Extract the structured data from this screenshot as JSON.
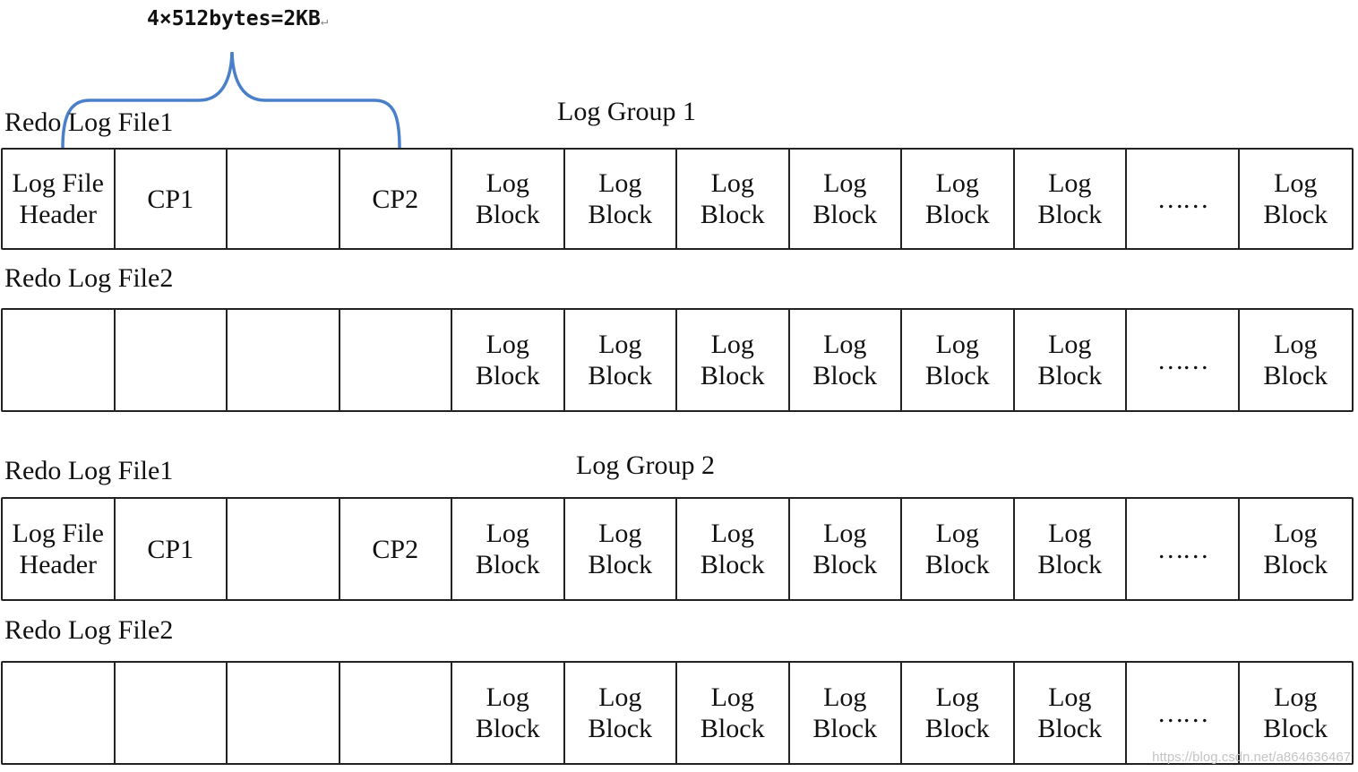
{
  "annotation": {
    "size_label": "4×512bytes=2KB",
    "mark": "↵",
    "brace_color": "#4a7fc9"
  },
  "groups": [
    {
      "title": "Log Group 1",
      "files": [
        {
          "label": "Redo Log File1",
          "cells": [
            [
              "Log File",
              "Header"
            ],
            [
              "CP1"
            ],
            [
              ""
            ],
            [
              "CP2"
            ],
            [
              "Log",
              "Block"
            ],
            [
              "Log",
              "Block"
            ],
            [
              "Log",
              "Block"
            ],
            [
              "Log",
              "Block"
            ],
            [
              "Log",
              "Block"
            ],
            [
              "Log",
              "Block"
            ],
            [
              "……"
            ],
            [
              "Log",
              "Block"
            ]
          ]
        },
        {
          "label": "Redo Log File2",
          "cells": [
            [
              ""
            ],
            [
              ""
            ],
            [
              ""
            ],
            [
              ""
            ],
            [
              "Log",
              "Block"
            ],
            [
              "Log",
              "Block"
            ],
            [
              "Log",
              "Block"
            ],
            [
              "Log",
              "Block"
            ],
            [
              "Log",
              "Block"
            ],
            [
              "Log",
              "Block"
            ],
            [
              "……"
            ],
            [
              "Log",
              "Block"
            ]
          ]
        }
      ]
    },
    {
      "title": "Log Group 2",
      "files": [
        {
          "label": "Redo Log File1",
          "cells": [
            [
              "Log File",
              "Header"
            ],
            [
              "CP1"
            ],
            [
              ""
            ],
            [
              "CP2"
            ],
            [
              "Log",
              "Block"
            ],
            [
              "Log",
              "Block"
            ],
            [
              "Log",
              "Block"
            ],
            [
              "Log",
              "Block"
            ],
            [
              "Log",
              "Block"
            ],
            [
              "Log",
              "Block"
            ],
            [
              "……"
            ],
            [
              "Log",
              "Block"
            ]
          ]
        },
        {
          "label": "Redo Log File2",
          "cells": [
            [
              ""
            ],
            [
              ""
            ],
            [
              ""
            ],
            [
              ""
            ],
            [
              "Log",
              "Block"
            ],
            [
              "Log",
              "Block"
            ],
            [
              "Log",
              "Block"
            ],
            [
              "Log",
              "Block"
            ],
            [
              "Log",
              "Block"
            ],
            [
              "Log",
              "Block"
            ],
            [
              "……"
            ],
            [
              "Log",
              "Block"
            ]
          ]
        }
      ]
    }
  ],
  "watermark": "https://blog.csdn.net/a864636467"
}
